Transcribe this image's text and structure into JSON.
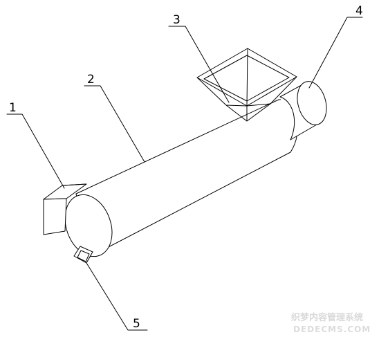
{
  "labels": {
    "part1": "1",
    "part2": "2",
    "part3": "3",
    "part4": "4",
    "part5": "5"
  },
  "watermark": {
    "line1": "织梦内容管理系统",
    "line2": "DEDECMS.COM"
  }
}
